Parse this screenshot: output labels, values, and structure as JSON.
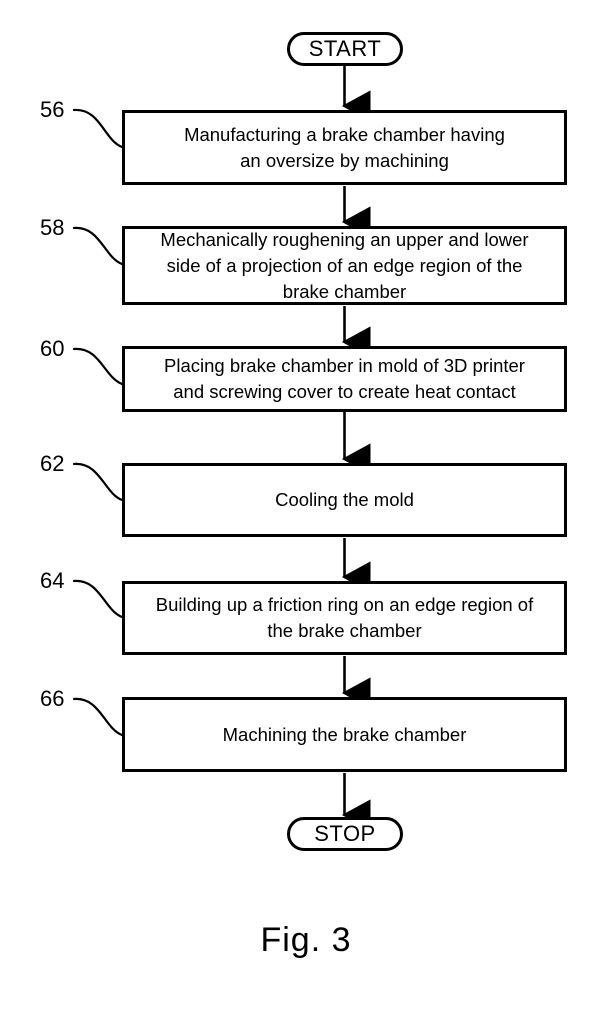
{
  "figure": {
    "caption": "Fig. 3",
    "start_terminal": {
      "label": "START",
      "icon": "rounded-terminal"
    },
    "stop_terminal": {
      "label": "STOP",
      "icon": "rounded-terminal"
    },
    "connector_icon": "down-arrow-icon",
    "leader_icon": "curved-leader-line",
    "line_color": "#000000",
    "background_color": "#ffffff",
    "steps": [
      {
        "ref": "56",
        "text": "Manufacturing a brake chamber having\nan oversize by machining"
      },
      {
        "ref": "58",
        "text": "Mechanically roughening an upper and lower\nside of a projection of an edge region of the\nbrake chamber"
      },
      {
        "ref": "60",
        "text": "Placing brake chamber in mold of 3D printer\nand screwing cover to create heat contact"
      },
      {
        "ref": "62",
        "text": "Cooling the mold"
      },
      {
        "ref": "64",
        "text": "Building up a friction ring on an edge region of\nthe brake chamber"
      },
      {
        "ref": "66",
        "text": "Machining the brake chamber"
      }
    ]
  }
}
